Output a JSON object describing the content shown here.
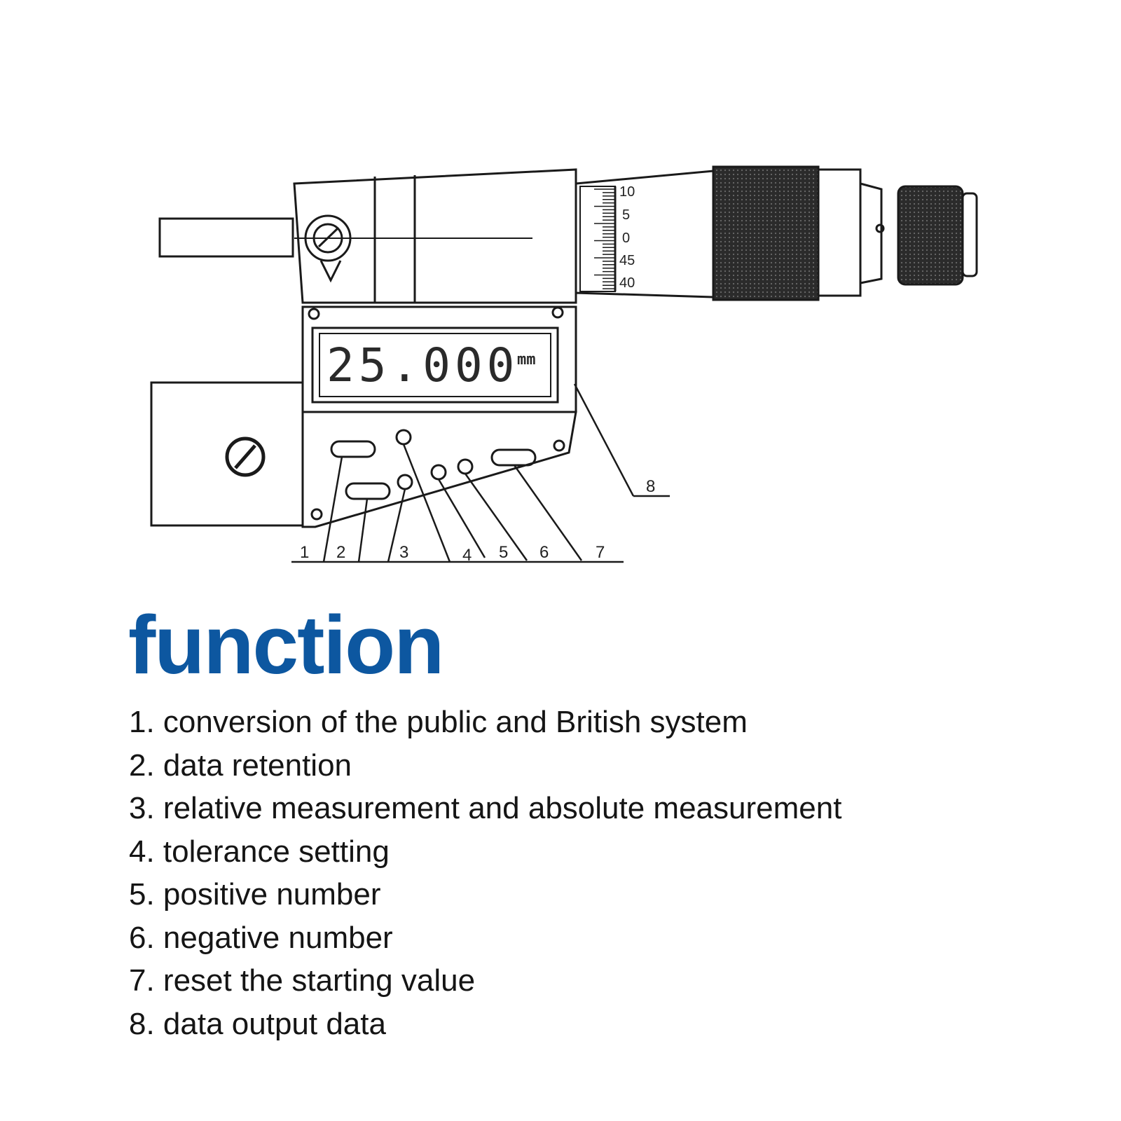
{
  "diagram": {
    "display_value": "25.000",
    "display_unit": "mm",
    "thimble_scale": [
      "10",
      "5",
      "0",
      "45",
      "40"
    ],
    "callouts": [
      "1",
      "2",
      "3",
      "4",
      "5",
      "6",
      "7",
      "8"
    ]
  },
  "heading": "function",
  "functions": [
    {
      "text": "1. conversion of the public and British system"
    },
    {
      "text": "2. data retention"
    },
    {
      "text": "3. relative measurement and absolute measurement"
    },
    {
      "text": "4. tolerance setting"
    },
    {
      "text": "5. positive number"
    },
    {
      "text": "6. negative number"
    },
    {
      "text": "7. reset the starting value"
    },
    {
      "text": "8. data output data"
    }
  ],
  "colors": {
    "heading": "#0d57a0",
    "line_art": "#1a1a1a"
  }
}
